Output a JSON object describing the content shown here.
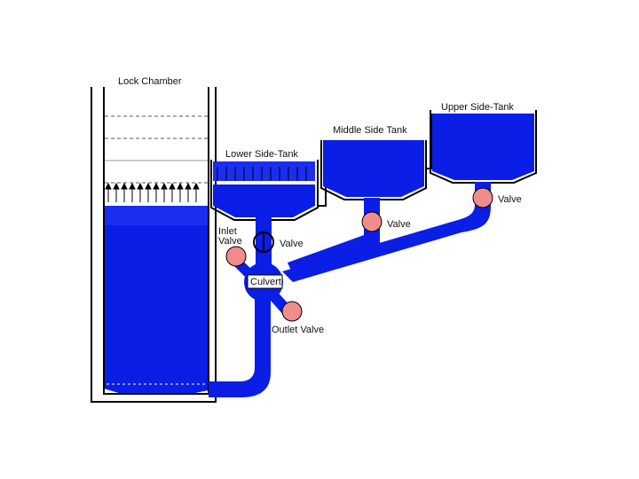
{
  "labels": {
    "lock_chamber": "Lock Chamber",
    "lower_side_tank": "Lower Side-Tank",
    "middle_side_tank": "Middle Side Tank",
    "upper_side_tank": "Upper Side-Tank",
    "valve_upper": "Valve",
    "valve_middle": "Valve",
    "valve_lower": "Valve",
    "inlet_valve": "Inlet Valve",
    "culvert": "Culvert",
    "outlet_valve": "Outlet Valve"
  },
  "colors": {
    "water": "#0a1ee6",
    "valve": "#f08c8c",
    "wall": "#000000"
  }
}
